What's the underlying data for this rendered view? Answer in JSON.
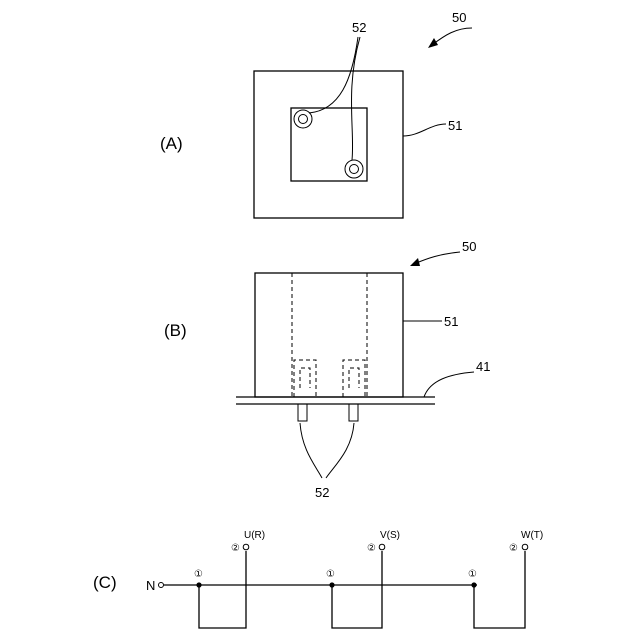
{
  "figure_a": {
    "panel_label": "(A)",
    "assembly_ref": "50",
    "housing_ref": "51",
    "terminal_ref": "52"
  },
  "figure_b": {
    "panel_label": "(B)",
    "assembly_ref": "50",
    "housing_ref": "51",
    "board_ref": "41",
    "terminal_ref": "52"
  },
  "figure_c": {
    "panel_label": "(C)",
    "neutral_label": "N",
    "node_label": "①",
    "terminal_label": "②",
    "phases": [
      "U(R)",
      "V(S)",
      "W(T)"
    ]
  },
  "colors": {
    "line": "#000000",
    "background": "#ffffff"
  }
}
